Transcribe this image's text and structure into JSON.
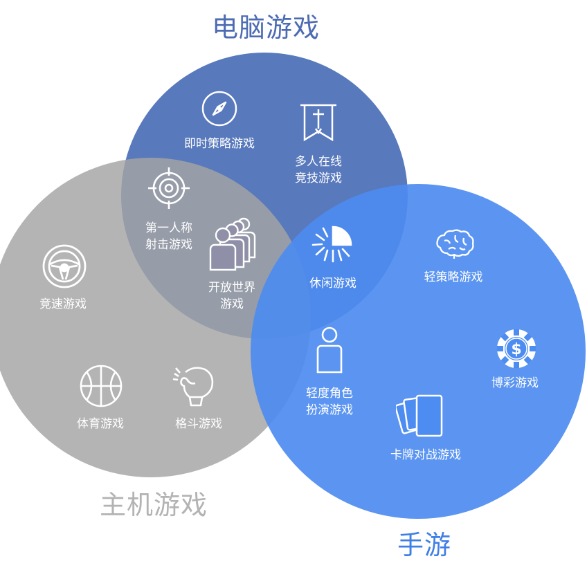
{
  "colors": {
    "pc": "#4f72b8",
    "console": "#a3a3a3",
    "mobile": "#4d8cf0",
    "pc_title": "#4c6bb3",
    "console_title": "#b3b3b3",
    "mobile_title": "#3f7fe6"
  },
  "titles": {
    "pc": "电脑游戏",
    "console": "主机游戏",
    "mobile": "手游"
  },
  "items": {
    "rts": "即时策略游戏",
    "moba": [
      "多人在线",
      "竞技游戏"
    ],
    "fps": [
      "第一人称",
      "射击游戏"
    ],
    "open_world": [
      "开放世界",
      "游戏"
    ],
    "casual": "休闲游戏",
    "racing": "竞速游戏",
    "sports": "体育游戏",
    "fighting": "格斗游戏",
    "light_strategy": "轻策略游戏",
    "gambling": "博彩游戏",
    "light_rpg": [
      "轻度角色",
      "扮演游戏"
    ],
    "card_battle": "卡牌对战游戏"
  },
  "icons": {
    "rts": "compass-icon",
    "moba": "banner-sword-icon",
    "fps": "crosshair-icon",
    "open_world": "people-group-icon",
    "casual": "timer-icon",
    "racing": "steering-wheel-icon",
    "sports": "basketball-icon",
    "fighting": "boxing-glove-icon",
    "light_strategy": "brain-icon",
    "gambling": "casino-chip-icon",
    "light_rpg": "person-icon",
    "card_battle": "cards-icon"
  }
}
